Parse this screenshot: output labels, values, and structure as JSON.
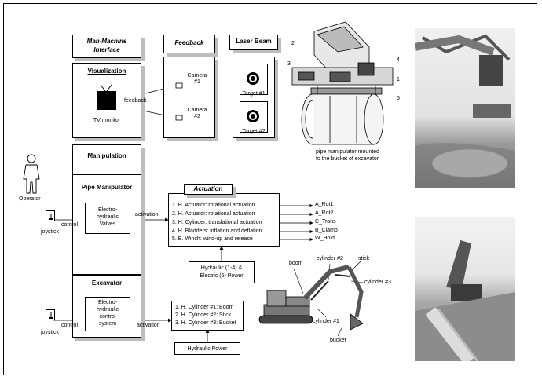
{
  "mmi": {
    "title_line1": "Man-Machine",
    "title_line2": "Interface"
  },
  "feedback": {
    "title": "Feedback",
    "camera1_line1": "Camera",
    "camera1_line2": "#1",
    "camera2_line1": "Camera",
    "camera2_line2": "#2",
    "label": "feedback"
  },
  "laser": {
    "title": "Laser Beam",
    "target1": "Target #1",
    "target2": "Target #2"
  },
  "visualization": {
    "title": "Visualization",
    "tv": "TV monitor"
  },
  "manipulation": {
    "title": "Manipulation"
  },
  "pipe_manipulator": {
    "title": "Pipe Manipulator",
    "valves_line1": "Electro-",
    "valves_line2": "hydraulic",
    "valves_line3": "Valves"
  },
  "excavator": {
    "title": "Excavator",
    "system_line1": "Electro-",
    "system_line2": "hydraulic",
    "system_line3": "control",
    "system_line4": "system"
  },
  "operator": {
    "label": "Operator"
  },
  "joystick": {
    "label": "joystick",
    "control": "control"
  },
  "actuation": {
    "title": "Actuation",
    "flow_label": "activation",
    "items": [
      {
        "text": "1.  H. Actuator: rotational actuation",
        "out": "A_Rot1"
      },
      {
        "text": "2.  H. Actuator: rotational actuation",
        "out": "A_Rot2"
      },
      {
        "text": "3.  H. Cylinder: translational actuation",
        "out": "C_Trans"
      },
      {
        "text": "4.  H. Bladders: inflation and deflation",
        "out": "B_Clamp"
      },
      {
        "text": "5.  E. Winch: wind-up and release",
        "out": "W_Hold"
      }
    ],
    "power_line1": "Hydraulic (1-4) &",
    "power_line2": "Electric (5) Power"
  },
  "excavator_actuation": {
    "flow_label": "activation",
    "items": [
      "1.  H. Cylinder #1: Boom",
      "2.  H. Cylinder #2: Stick",
      "3.  H. Cylinder #3: Bucket"
    ],
    "power": "Hydraulic Power"
  },
  "pipe_drawing": {
    "caption_line1": "pipe manipulator mounted",
    "caption_line2": "to the bucket of excavator",
    "n1": "1",
    "n2": "2",
    "n3": "3",
    "n4": "4",
    "n5": "5"
  },
  "excavator_drawing": {
    "boom": "boom",
    "cyl2": "cylinder #2",
    "stick": "stick",
    "cyl3": "cylinder #3",
    "cyl1": "cylinder #1",
    "bucket": "bucket"
  }
}
